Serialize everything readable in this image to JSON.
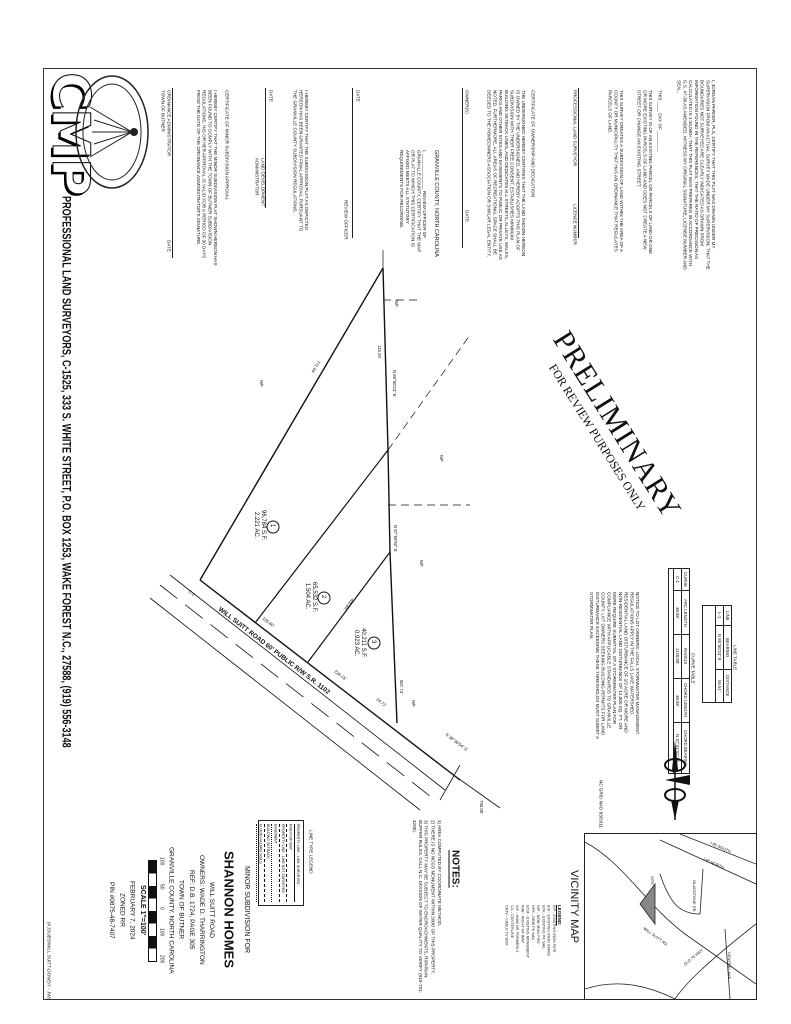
{
  "firm": {
    "logo_text": "CMP",
    "line": "PROFESSIONAL LAND SURVEYORS, C-1525, 333 S. WHITE STREET, P.O. BOX 1253, WAKE FOREST N.C., 27588, (919) 556-3148",
    "file_path": "(K:\\SUBS\\WILL SUITT-DOWDY - JW)"
  },
  "certificates": {
    "ordinance_admin": "ORDINANCE ADMINISTRATOR",
    "town": "TOWN OF BUTNER",
    "date": "DATE",
    "minor_title": "CERTIFICATE OF MINOR SUBDIVISION APPROVAL",
    "minor_text": "I HEREBY CERTIFY THAT THE MINOR SUBDIVISION PLAT SHOWN HEREON HAS BEEN FOUND TO COMPLY WITH THE TOWN OF BUTNER SUBDIVISION REGULATIONS. HIS OR HER APPROVAL IS VALID FOR A PERIOD OF 30 DAYS FROM THE DATE OF THE ORDINANCE ADMINISTRATOR'S SIGNATURE.",
    "land_dev_admin": "LAND DEVELOPMENT ADMINISTRATOR",
    "final_approval_text": "I HEREBY CERTIFY THAT THE SUBDIVISION PLAT AS DEPICTED HEREON HAS BEEN GRANTED FINAL APPROVAL PURSUANT TO THE GRANVILLE COUNTY SUBDIVISION REGULATIONS.",
    "review_officer": "REVIEW OFFICER",
    "county_heading": "GRANVILLE COUNTY, NORTH CAROLINA",
    "review_text": "I, ______________ REVIEW OFFICER OF GRANVILLE COUNTY, CERTIFY THAT THE MAP OR PLAT TO WHICH THIS CERTIFICATION IS AFFIXED MEETS ALL STATUTORY REQUIREMENTS FOR RECORDING.",
    "owner_title": "CERTIFICATE OF OWNERSHIP AND DEDICATION",
    "owner_text": "THE UNDERSIGNED HEREBY CERTIFIES THAT THE LAND SHOWN HEREON IS OWNED BY THE UNDERSIGNED, AND HEREBY ADOPTS THIS PLAN OF SUBDIVISION WITH THEIR FREE CONSENT, ESTABLISHES MINIMUM BUILDING SETBACK LINES, AND DEDICATES ALL STREETS, ALLEYS, WALKS, PARKS AND OTHER SITES AND EASEMENTS TO PUBLIC OR PRIVATE USE AS NOTED. FURTHERMORE, ALL AREAS OF RECREATIONAL SPACE SHALL BE DEEDED TO THE HOMEOWNERS ASSOCIATION OR SIMILAR LEGAL ENTITY.",
    "owners": "OWNER(S)",
    "surveyor": "PROFESSIONAL LAND SURVEYOR",
    "license": "LICENSE NUMBER",
    "seal_label": "SEAL",
    "survey_text_1": "THIS SURVEY IS OF AN EXISTING PARCEL OR PARCELS OF LAND OR ONE OR MORE EXISTING PARCELS OF LAND AND DOES NOT CREATE A NEW STREET OR CHANGE AN EXISTING STREET.",
    "survey_text_2": "THIS SURVEY CREATES A SUBDIVISION OF LAND WITHIN THE AREA OF A COUNTY OR MUNICIPALITY THAT HAS AN ORDINANCE THAT REGULATES PARCELS OF LAND.",
    "surveyor_cert": "I, JORDAN PARKER, PLS, CERTIFY THAT THIS PLAT WAS DRAWN UNDER MY SUPERVISION FROM AN ACTUAL SURVEY MADE UNDER MY SUPERVISION; THAT THE BOUNDARIES NOT SURVEYED ARE CLEARLY INDICATED AS DRAWN FROM INFORMATION FOUND IN THE REFERENCES; THAT THE RATIO OF PRECISION AS CALCULATED IS 1:10,000+; THAT THIS PLAT WAS PREPARED IN ACCORDANCE WITH G.S. 47-30 AS AMENDED. WITNESS MY ORIGINAL SIGNATURE, LICENSE NUMBER AND SEAL.",
    "this_day": "THIS ____ DAY OF ________"
  },
  "stamp": {
    "line1": "PRELIMINARY",
    "line2": "FOR REVIEW PURPOSES ONLY"
  },
  "plat": {
    "lots": [
      {
        "number": "1",
        "sf": "96,784 S.F.",
        "ac": "2.221 AC."
      },
      {
        "number": "2",
        "sf": "65,532 S.F.",
        "ac": "1.504 AC."
      },
      {
        "number": "3",
        "sf": "40,211 S.F.",
        "ac": "0.923 AC."
      }
    ],
    "road": "WILL SUITT ROAD 60' PUBLIC R/W S.R. 1102",
    "labels": {
      "west_dist": "771.84'",
      "north_dist": "115.26'",
      "bearing_top": "N 89°50'23\" E",
      "bearing_mid": "N 87°58'52\" E",
      "bearing_east": "N 38°36'54\" E",
      "dist_lot2": "155.60'",
      "dist_lot3": "226.15'",
      "dist_road_end": "24.71'",
      "dist_east": "507.74'",
      "dist_23": "400.86'",
      "end_dist": "796.05'",
      "road_arc": "C-1",
      "nf": "N/F"
    }
  },
  "line_table": {
    "title": "LINE TABLE",
    "headers": [
      "LINE",
      "BEARING",
      "DISTANCE"
    ],
    "rows": [
      [
        "L-1",
        "N 89°50'23\" E",
        "59.51'"
      ]
    ]
  },
  "curve_table": {
    "title": "CURVE TABLE",
    "headers": [
      "CURVE",
      "ARC LENGTH",
      "RADIUS",
      "CHORD LENGTH",
      "CHORD BEARING"
    ],
    "rows": [
      [
        "C-1",
        "38.58'",
        "1120.00'",
        "38.58'",
        "N 37°41'31\" W"
      ]
    ]
  },
  "notice": {
    "text": "NOTICE TO LOT OWNERS: LOCAL STORMWATER MANAGEMENT REGULATIONS APPLY IN THE FALLS LAKE WATERSHED. RESIDENTIAL LAND DISTURBANCE OF 1/2 ACRE OR MORE AND NON-RESIDENTIAL LAND DISTURBANCE OF 12,000 SQ. FT. OR MORE REQUIRE SUBMITTAL OF A STORMWATER PLAN FOR COMPLIANCE WITH APPLICABLE STANDARDS TO GRANVILLE COUNTY. LOT OWNERS SEEKING BUILDING PERMITS FOR LAND DISTURBANCE EXCEEDING THESE THRESHOLDS MUST SUBMIT A STORMWATER PLAN."
  },
  "north_arrow": {
    "datum": "NC GRID NAD 83/2011"
  },
  "vicinity": {
    "title": "VICINITY MAP",
    "labels": [
      "I-85 SOUTH",
      "I-85 NORTH",
      "WILL SUITT RD",
      "GLADSTONE DR",
      "OLD 75 HWY",
      "CENTRAL AVE",
      "SITE"
    ]
  },
  "legend": {
    "title": "LEGEND:",
    "items": [
      "EIP - EXISTING IRON PIPE",
      "EIS - EXISTING IRON STAKE",
      "EPK - EXISTING PK NAIL",
      "NIP - NEW IRON PIPE",
      "NPK - NEW PK NAIL",
      "ECM - EXISTING MONUMENT",
      "R/W - RIGHT OF WAY",
      "N/F - NOW OR FORMERLY",
      "C/L - CENTERLINE",
      "CATV - CABLE TV BOX"
    ]
  },
  "notes": {
    "title": "NOTES:",
    "items": [
      "1) AREA COMPUTED BY COORDINATE METHOD.",
      "2) THERE IS NO NCGS MONUMENT WITHIN 2000' OF THIS PROPERTY.",
      "3) THIS PROPERTY MAY BE SUBJECT TO ENCROACHMENTS, RIPARIAN BUFFER RULES. CALL N.C. DIVISION OF WATER QUALITY TO VERIFY (919-791-4200)."
    ]
  },
  "line_type_legend": {
    "title": "LINE TYPE LEGEND",
    "items": [
      "PROPERTY LINE - LINE SURVEYED",
      "RIGHT-OF-WAY",
      "PROPERTY LINE - LINE NOT SURVEYED",
      "EASEMENT",
      "BUILDING SETBACK",
      "FLOOD HAZARD SOILS"
    ]
  },
  "title_block": {
    "subtitle": "MINOR SUBDIVISION FOR",
    "name": "SHANNON HOMES",
    "road": "WILL SUITT ROAD",
    "owners": "OWNERS: WADE D. THARRINGTON",
    "ref": "REF: D.B. 1724, PAGE 305",
    "town": "TOWN OF BUTNER",
    "county": "GRANVILLE COUNTY, NORTH CAROLINA",
    "scale_ticks": [
      "100",
      "50",
      "0",
      "100",
      "200"
    ],
    "scale": "SCALE  1\"=100'",
    "date": "FEBRUARY 7, 2024",
    "zoning": "ZONED RR",
    "pin": "PIN #0875-48-7407"
  }
}
